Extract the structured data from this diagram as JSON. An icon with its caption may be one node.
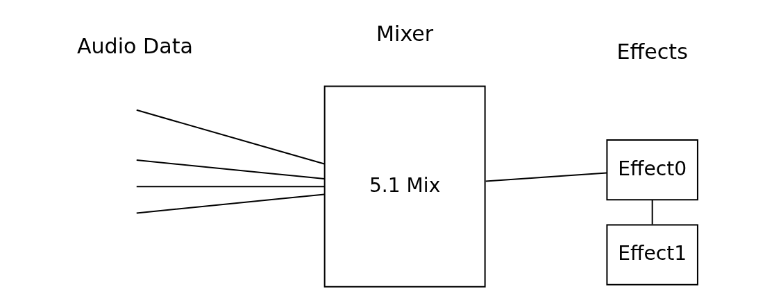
{
  "diagram": {
    "nodes": [
      {
        "text": [
          "5.1 Mix"
        ]
      },
      {
        "text": [
          "Effect0"
        ]
      },
      {
        "text": [
          "Effect1"
        ]
      }
    ],
    "edges": [
      {
        "from": null,
        "to": 0,
        "arrow": "none"
      },
      {
        "from": null,
        "to": 0,
        "arrow": "none"
      },
      {
        "from": null,
        "to": 0,
        "arrow": "none"
      },
      {
        "from": null,
        "to": 0,
        "arrow": "none"
      },
      {
        "from": 0,
        "to": 1,
        "arrow": "none"
      },
      {
        "from": 1,
        "to": 2,
        "arrow": "none"
      }
    ],
    "labels": [
      "Audio Data",
      "Mixer",
      "Effects"
    ]
  }
}
